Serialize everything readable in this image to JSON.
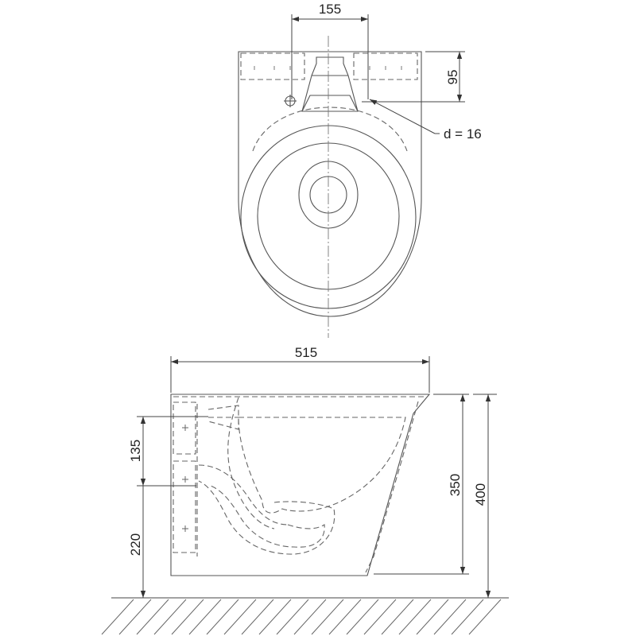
{
  "dimensions": {
    "top_outlet_width": "155",
    "top_outlet_depth": "95",
    "bolt_hole": "d = 16",
    "overall_length": "515",
    "upper_mount_spacing": "135",
    "lower_mount_height": "220",
    "rim_height": "350",
    "overall_height": "400"
  }
}
